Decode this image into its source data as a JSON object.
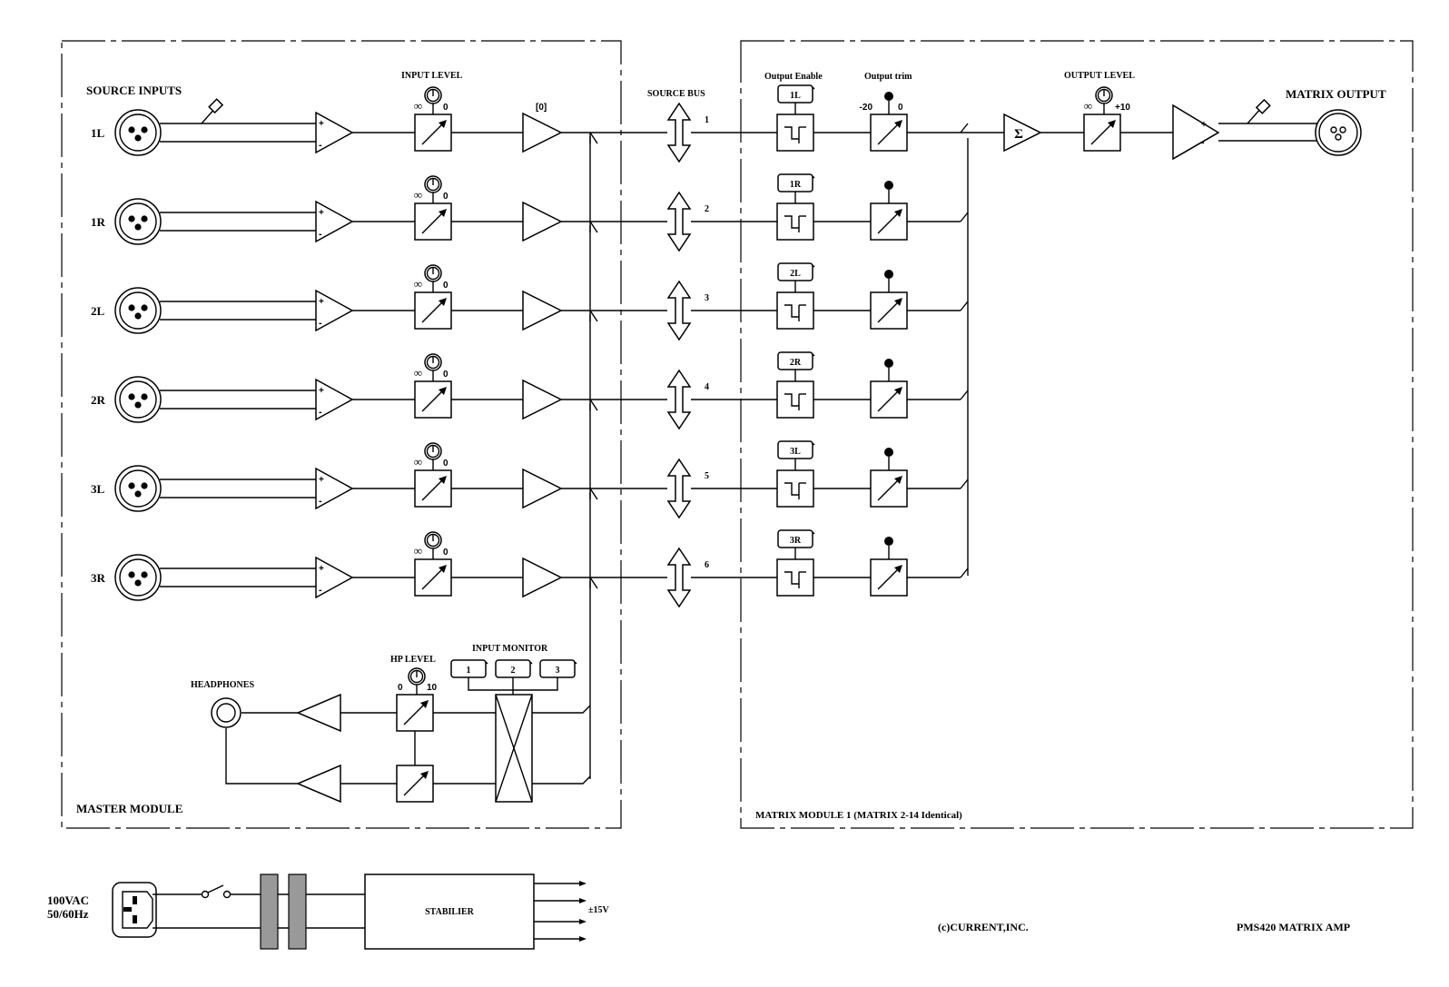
{
  "master": {
    "source_inputs_label": "SOURCE INPUTS",
    "input_level_label": "INPUT LEVEL",
    "gain_tag": "[0]",
    "source_bus_label": "SOURCE BUS",
    "module_label": "MASTER MODULE",
    "inputs": [
      {
        "label": "1L",
        "bus": "1",
        "knob_min": "∞",
        "knob_max": "0"
      },
      {
        "label": "1R",
        "bus": "2",
        "knob_min": "∞",
        "knob_max": "0"
      },
      {
        "label": "2L",
        "bus": "3",
        "knob_min": "∞",
        "knob_max": "0"
      },
      {
        "label": "2R",
        "bus": "4",
        "knob_min": "∞",
        "knob_max": "0"
      },
      {
        "label": "3L",
        "bus": "5",
        "knob_min": "∞",
        "knob_max": "0"
      },
      {
        "label": "3R",
        "bus": "6",
        "knob_min": "∞",
        "knob_max": "0"
      }
    ],
    "plus_sign": "+",
    "minus_sign": "-",
    "headphones_label": "HEADPHONES",
    "hp_level_label": "HP LEVEL",
    "hp_min": "0",
    "hp_max": "10",
    "input_monitor_label": "INPUT MONITOR",
    "monitor_buttons": [
      "1",
      "2",
      "3"
    ]
  },
  "matrix": {
    "output_enable_label": "Output Enable",
    "output_trim_label": "Output trim",
    "trim_min": "-20",
    "trim_max": "0",
    "enable_buttons": [
      "1L",
      "1R",
      "2L",
      "2R",
      "3L",
      "3R"
    ],
    "sum_symbol": "Σ",
    "output_level_label": "OUTPUT LEVEL",
    "out_min": "∞",
    "out_max": "+10",
    "matrix_output_label": "MATRIX OUTPUT",
    "module_label": "MATRIX MODULE 1 (MATRIX 2-14 Identical)"
  },
  "power": {
    "mains_line1": "100VAC",
    "mains_line2": "50/60Hz",
    "stabilizer_label": "STABILIER",
    "rail_label": "±15V"
  },
  "footer": {
    "copyright": "(c)CURRENT,INC.",
    "model": "PMS420 MATRIX AMP"
  },
  "colors": {
    "ink": "#000000",
    "paper": "#ffffff",
    "transformer_core": "#999999"
  }
}
